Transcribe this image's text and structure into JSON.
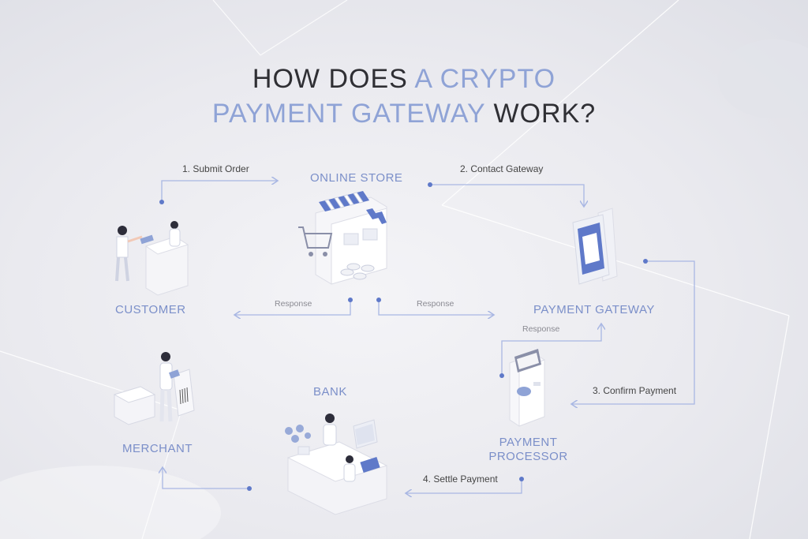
{
  "title": {
    "line1_a": "HOW DOES ",
    "line1_b": "A CRYPTO",
    "line2_a": "PAYMENT GATEWAY",
    "line2_b": " WORK?"
  },
  "nodes": {
    "customer": "CUSTOMER",
    "online_store": "ONLINE STORE",
    "payment_gateway": "PAYMENT GATEWAY",
    "payment_processor_1": "PAYMENT",
    "payment_processor_2": "PROCESSOR",
    "bank": "BANK",
    "merchant": "MERCHANT"
  },
  "steps": {
    "submit_order": "1. Submit Order",
    "contact_gateway": "2. Contact Gateway",
    "confirm_payment": "3. Confirm Payment",
    "settle_payment": "4. Settle Payment"
  },
  "responses": {
    "store_to_customer": "Response",
    "gateway_to_store": "Response",
    "processor_to_gateway": "Response"
  },
  "colors": {
    "accent": "#8fa3d6",
    "flow_line": "#a9b7e3",
    "dot": "#5f79c9",
    "title_dark": "#2f2f34"
  }
}
